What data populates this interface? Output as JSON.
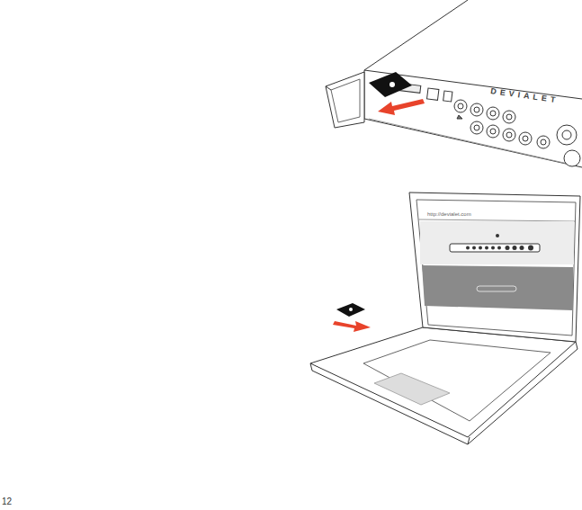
{
  "diagram": {
    "labels": [
      "DEVIALET",
      "http://devialet.com",
      "12"
    ]
  }
}
